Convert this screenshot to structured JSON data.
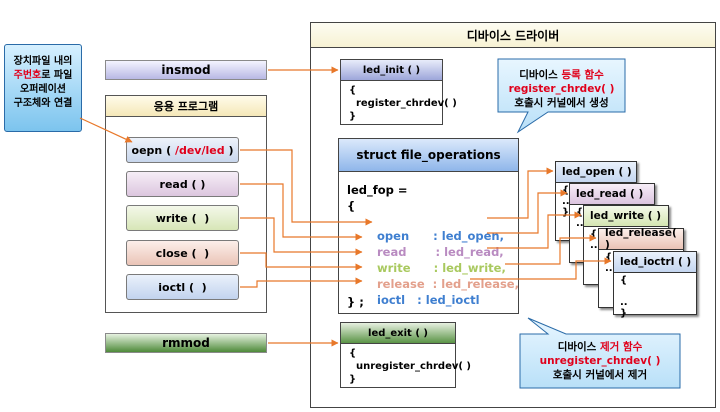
{
  "driver": {
    "title": "디바이스 드라이버"
  },
  "commands": {
    "insmod": "insmod",
    "rmmod": "rmmod"
  },
  "app": {
    "title": "응용 프로그램",
    "buttons": {
      "open_pre": "oepn ( ",
      "open_path": "/dev/led",
      "open_post": " )",
      "read": "read ( )",
      "write": "write (  )",
      "close": "close (  )",
      "ioctl": "ioctl (  )"
    }
  },
  "callout": {
    "line1": "장치파일 내의",
    "line2_red": "주번호",
    "line2_rest": "로 파일",
    "line3": "오퍼레이션",
    "line4": "구조체와 연결"
  },
  "led_init": {
    "title": "led_init ( )",
    "body": "{\n  register_chrdev( )\n}"
  },
  "led_exit": {
    "title": "led_exit ( )",
    "body": "{\n  unregister_chrdev( )\n}"
  },
  "fops": {
    "title": "struct file_operations",
    "decl": "led_fop =",
    "open_brace": "{",
    "close_brace": "} ;",
    "entries": [
      {
        "field": "open",
        "sep": ":",
        "value": "led_open,",
        "color": "#3f7fd0"
      },
      {
        "field": "read",
        "sep": ":",
        "value": "led_read,",
        "color": "#b98bc1"
      },
      {
        "field": "write",
        "sep": ":",
        "value": "led_write,",
        "color": "#a9c95f"
      },
      {
        "field": "release",
        "sep": ":",
        "value": "led_release,",
        "color": "#e3a08c"
      },
      {
        "field": "ioctl",
        "sep": ":",
        "value": "led_ioctl",
        "color": "#3f7fd0"
      }
    ]
  },
  "cards": {
    "open": "led_open ( )",
    "read": "led_read (  )",
    "write": "led_write (  )",
    "release": "led_release( )",
    "ioctl": "led_ioctrl ( )",
    "body_open": "{\n..\n}",
    "body_short": "{\n..",
    "body_ioctl": "{\n\n..\n}"
  },
  "bubble_register": {
    "line1_pre": "디바이스 ",
    "line1_red": "등록 함수",
    "line2": "register_chrdev( )",
    "line3": "호출시 커널에서 생성"
  },
  "bubble_unregister": {
    "line1_pre": "디바이스 ",
    "line1_red": "제거 함수",
    "line2": "unregister_chrdev( )",
    "line3": "호출시 커널에서 제거"
  },
  "colors": {
    "arrow": "#e8782a",
    "bubble_fill": "#d4eeff",
    "bubble_stroke": "#2a6ba8"
  }
}
